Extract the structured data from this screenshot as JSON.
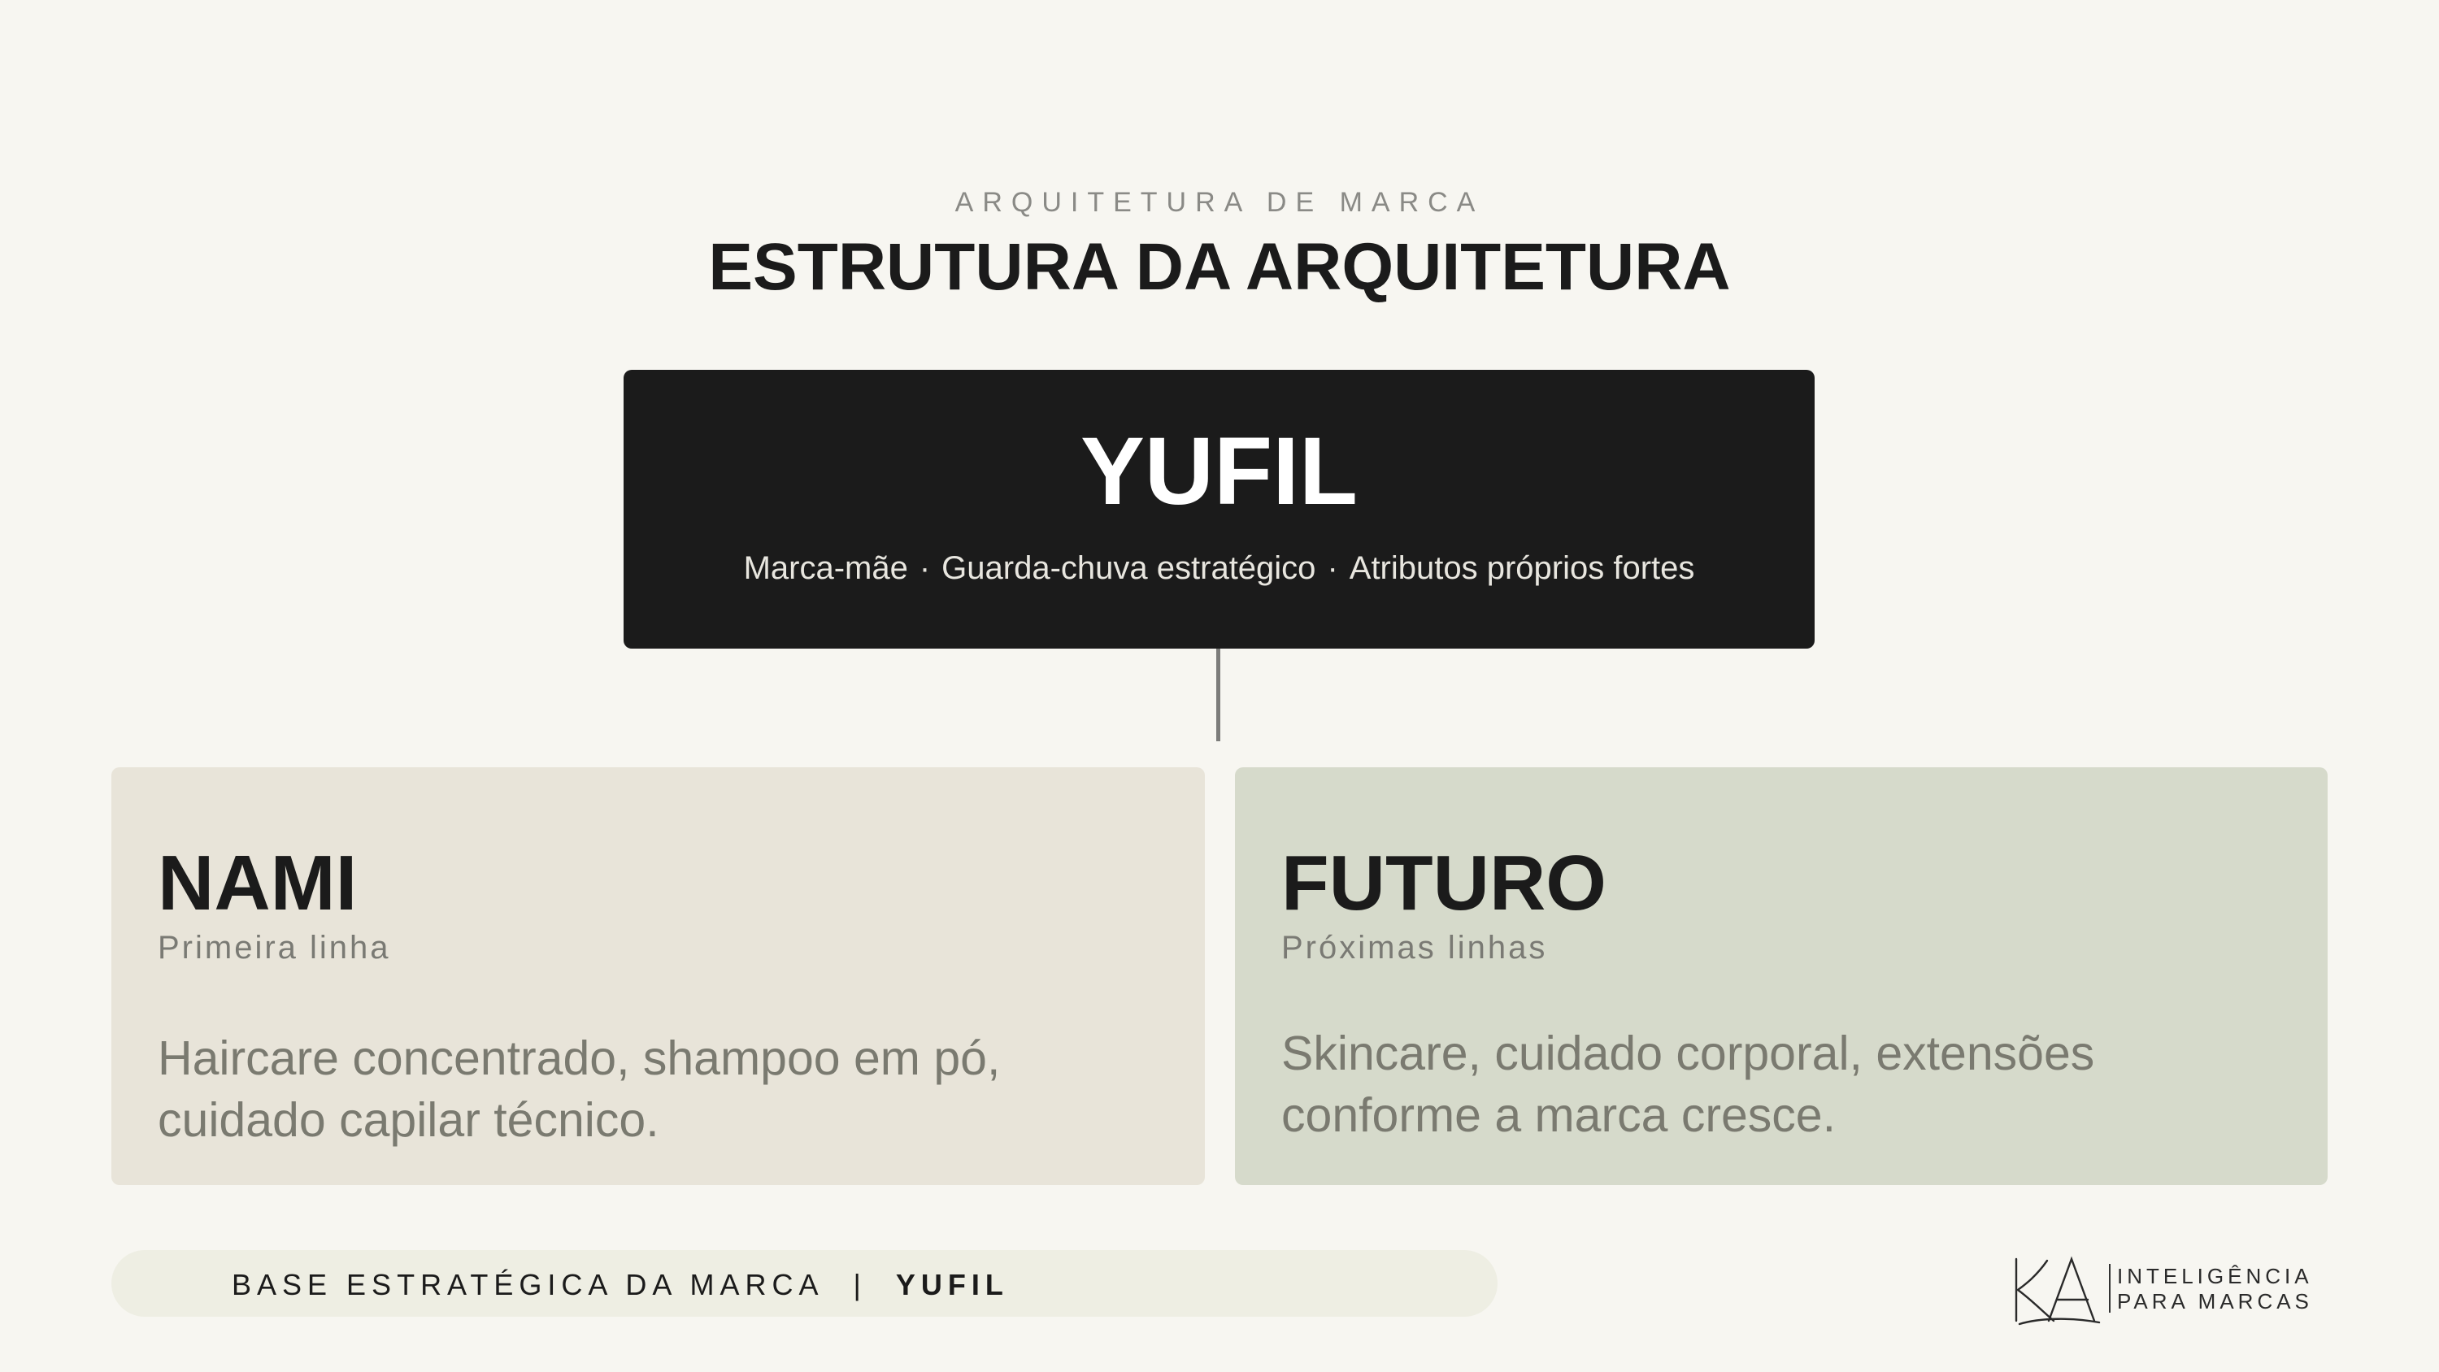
{
  "header": {
    "eyebrow": "ARQUITETURA DE MARCA",
    "title": "ESTRUTURA DA ARQUITETURA"
  },
  "parent_brand": {
    "name": "YUFIL",
    "attributes": [
      "Marca-mãe",
      "Guarda-chuva estratégico",
      "Atributos próprios fortes"
    ],
    "separator": "·"
  },
  "cards": [
    {
      "title": "NAMI",
      "subtitle": "Primeira linha",
      "description_lines": [
        "Haircare concentrado, shampoo em pó,",
        "cuidado capilar técnico."
      ]
    },
    {
      "title": "FUTURO",
      "subtitle": "Próximas linhas",
      "description_lines": [
        "Skincare, cuidado corporal, extensões",
        "conforme a marca cresce."
      ]
    }
  ],
  "footer": {
    "label": "BASE ESTRATÉGICA DA MARCA",
    "divider": "|",
    "brand": "YUFIL"
  },
  "logo": {
    "monogram": "KA",
    "line1": "INTELIGÊNCIA",
    "line2": "PARA MARCAS"
  },
  "colors": {
    "background": "#f7f6f1",
    "parent_box": "#1b1b1b",
    "card_nami": "#e8e4d9",
    "card_futuro": "#d6dacb",
    "footer_pill": "#eeeee3"
  }
}
